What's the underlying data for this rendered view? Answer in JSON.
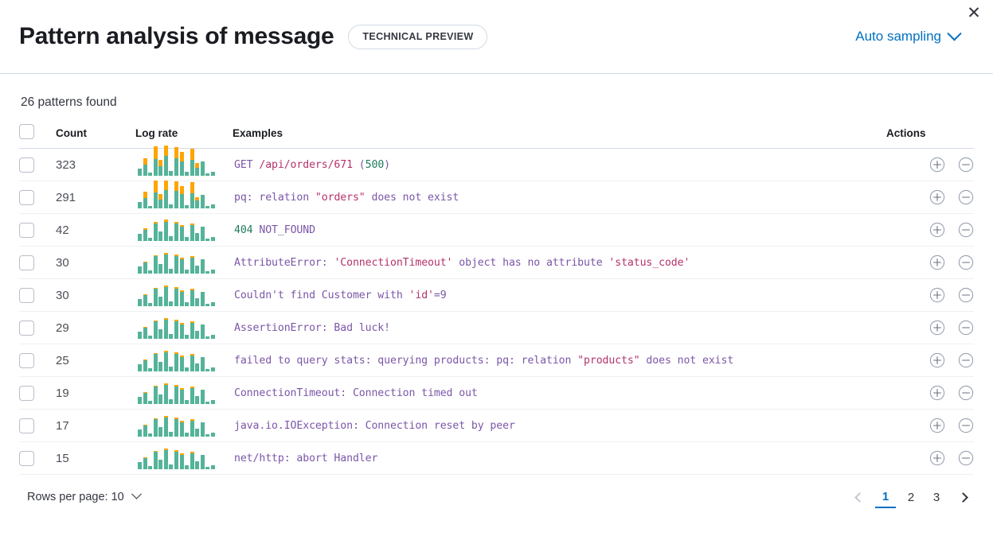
{
  "header": {
    "title": "Pattern analysis of message",
    "badge": "TECHNICAL PREVIEW",
    "sampling_label": "Auto sampling",
    "close_label": "✕"
  },
  "summary": {
    "found_label": "26 patterns found"
  },
  "table": {
    "columns": {
      "count": "Count",
      "log_rate": "Log rate",
      "examples": "Examples",
      "actions": "Actions"
    },
    "rows": [
      {
        "count": "323",
        "example_plain": "GET /api/orders/671 (500)",
        "tokens": [
          {
            "t": "GET ",
            "c": "kw"
          },
          {
            "t": "/api/orders/671",
            "c": "str"
          },
          {
            "t": " (",
            "c": "kw"
          },
          {
            "t": "500",
            "c": "num"
          },
          {
            "t": ")",
            "c": "kw"
          }
        ],
        "spark": [
          {
            "t": 22,
            "o": 0
          },
          {
            "t": 34,
            "o": 22
          },
          {
            "t": 10,
            "o": 0
          },
          {
            "t": 52,
            "o": 40
          },
          {
            "t": 30,
            "o": 20
          },
          {
            "t": 62,
            "o": 32
          },
          {
            "t": 14,
            "o": 0
          },
          {
            "t": 56,
            "o": 34
          },
          {
            "t": 46,
            "o": 30
          },
          {
            "t": 12,
            "o": 0
          },
          {
            "t": 50,
            "o": 36
          },
          {
            "t": 26,
            "o": 14
          },
          {
            "t": 44,
            "o": 0
          },
          {
            "t": 8,
            "o": 0
          },
          {
            "t": 12,
            "o": 0
          }
        ]
      },
      {
        "count": "291",
        "example_plain": "pq: relation \"orders\" does not exist",
        "tokens": [
          {
            "t": "pq: relation ",
            "c": "kw"
          },
          {
            "t": "\"orders\"",
            "c": "str"
          },
          {
            "t": " does not exist",
            "c": "kw"
          }
        ],
        "spark": [
          {
            "t": 20,
            "o": 0
          },
          {
            "t": 32,
            "o": 20
          },
          {
            "t": 8,
            "o": 0
          },
          {
            "t": 50,
            "o": 38
          },
          {
            "t": 28,
            "o": 18
          },
          {
            "t": 58,
            "o": 30
          },
          {
            "t": 12,
            "o": 0
          },
          {
            "t": 54,
            "o": 32
          },
          {
            "t": 44,
            "o": 26
          },
          {
            "t": 10,
            "o": 0
          },
          {
            "t": 48,
            "o": 34
          },
          {
            "t": 24,
            "o": 12
          },
          {
            "t": 42,
            "o": 0
          },
          {
            "t": 8,
            "o": 0
          },
          {
            "t": 12,
            "o": 0
          }
        ]
      },
      {
        "count": "42",
        "example_plain": "404 NOT_FOUND",
        "tokens": [
          {
            "t": "404",
            "c": "num"
          },
          {
            "t": " NOT_FOUND",
            "c": "kw"
          }
        ],
        "spark": [
          {
            "t": 22,
            "o": 0
          },
          {
            "t": 34,
            "o": 5
          },
          {
            "t": 10,
            "o": 0
          },
          {
            "t": 54,
            "o": 5
          },
          {
            "t": 30,
            "o": 0
          },
          {
            "t": 60,
            "o": 7
          },
          {
            "t": 14,
            "o": 0
          },
          {
            "t": 56,
            "o": 5
          },
          {
            "t": 46,
            "o": 5
          },
          {
            "t": 12,
            "o": 0
          },
          {
            "t": 50,
            "o": 6
          },
          {
            "t": 26,
            "o": 0
          },
          {
            "t": 44,
            "o": 0
          },
          {
            "t": 8,
            "o": 0
          },
          {
            "t": 12,
            "o": 0
          }
        ]
      },
      {
        "count": "30",
        "example_plain": "AttributeError: 'ConnectionTimeout' object has no attribute 'status_code'",
        "tokens": [
          {
            "t": "AttributeError: ",
            "c": "kw"
          },
          {
            "t": "'ConnectionTimeout'",
            "c": "str"
          },
          {
            "t": " object has no attribute ",
            "c": "kw"
          },
          {
            "t": "'status_code'",
            "c": "str"
          }
        ],
        "spark": [
          {
            "t": 22,
            "o": 0
          },
          {
            "t": 34,
            "o": 4
          },
          {
            "t": 10,
            "o": 0
          },
          {
            "t": 54,
            "o": 4
          },
          {
            "t": 30,
            "o": 0
          },
          {
            "t": 60,
            "o": 5
          },
          {
            "t": 14,
            "o": 0
          },
          {
            "t": 56,
            "o": 4
          },
          {
            "t": 46,
            "o": 4
          },
          {
            "t": 12,
            "o": 0
          },
          {
            "t": 50,
            "o": 5
          },
          {
            "t": 26,
            "o": 0
          },
          {
            "t": 44,
            "o": 0
          },
          {
            "t": 8,
            "o": 0
          },
          {
            "t": 12,
            "o": 0
          }
        ]
      },
      {
        "count": "30",
        "example_plain": "Couldn't find Customer with 'id'=9",
        "tokens": [
          {
            "t": "Couldn't find Customer with ",
            "c": "kw"
          },
          {
            "t": "'id'",
            "c": "str"
          },
          {
            "t": "=9",
            "c": "kw"
          }
        ],
        "spark": [
          {
            "t": 22,
            "o": 0
          },
          {
            "t": 34,
            "o": 4
          },
          {
            "t": 10,
            "o": 0
          },
          {
            "t": 54,
            "o": 4
          },
          {
            "t": 30,
            "o": 0
          },
          {
            "t": 60,
            "o": 5
          },
          {
            "t": 14,
            "o": 0
          },
          {
            "t": 56,
            "o": 4
          },
          {
            "t": 46,
            "o": 4
          },
          {
            "t": 12,
            "o": 0
          },
          {
            "t": 50,
            "o": 5
          },
          {
            "t": 26,
            "o": 0
          },
          {
            "t": 44,
            "o": 0
          },
          {
            "t": 8,
            "o": 0
          },
          {
            "t": 12,
            "o": 0
          }
        ]
      },
      {
        "count": "29",
        "example_plain": "AssertionError: Bad luck!",
        "tokens": [
          {
            "t": "AssertionError: Bad luck!",
            "c": "kw"
          }
        ],
        "spark": [
          {
            "t": 22,
            "o": 0
          },
          {
            "t": 34,
            "o": 4
          },
          {
            "t": 10,
            "o": 0
          },
          {
            "t": 54,
            "o": 4
          },
          {
            "t": 30,
            "o": 0
          },
          {
            "t": 60,
            "o": 5
          },
          {
            "t": 14,
            "o": 0
          },
          {
            "t": 56,
            "o": 4
          },
          {
            "t": 46,
            "o": 4
          },
          {
            "t": 12,
            "o": 0
          },
          {
            "t": 50,
            "o": 5
          },
          {
            "t": 26,
            "o": 0
          },
          {
            "t": 44,
            "o": 0
          },
          {
            "t": 8,
            "o": 0
          },
          {
            "t": 12,
            "o": 0
          }
        ]
      },
      {
        "count": "25",
        "example_plain": "failed to query stats: querying products: pq: relation \"products\" does not exist",
        "tokens": [
          {
            "t": "failed to query stats: querying products: pq: relation ",
            "c": "kw"
          },
          {
            "t": "\"products\"",
            "c": "str"
          },
          {
            "t": " does not exist",
            "c": "kw"
          }
        ],
        "spark": [
          {
            "t": 22,
            "o": 0
          },
          {
            "t": 34,
            "o": 4
          },
          {
            "t": 10,
            "o": 0
          },
          {
            "t": 54,
            "o": 4
          },
          {
            "t": 30,
            "o": 0
          },
          {
            "t": 60,
            "o": 5
          },
          {
            "t": 14,
            "o": 0
          },
          {
            "t": 56,
            "o": 4
          },
          {
            "t": 46,
            "o": 4
          },
          {
            "t": 12,
            "o": 0
          },
          {
            "t": 50,
            "o": 5
          },
          {
            "t": 26,
            "o": 0
          },
          {
            "t": 44,
            "o": 0
          },
          {
            "t": 8,
            "o": 0
          },
          {
            "t": 12,
            "o": 0
          }
        ]
      },
      {
        "count": "19",
        "example_plain": "ConnectionTimeout: Connection timed out",
        "tokens": [
          {
            "t": "ConnectionTimeout: Connection timed out",
            "c": "kw"
          }
        ],
        "spark": [
          {
            "t": 22,
            "o": 0
          },
          {
            "t": 34,
            "o": 4
          },
          {
            "t": 10,
            "o": 0
          },
          {
            "t": 54,
            "o": 4
          },
          {
            "t": 30,
            "o": 0
          },
          {
            "t": 60,
            "o": 5
          },
          {
            "t": 14,
            "o": 0
          },
          {
            "t": 56,
            "o": 4
          },
          {
            "t": 46,
            "o": 4
          },
          {
            "t": 12,
            "o": 0
          },
          {
            "t": 50,
            "o": 5
          },
          {
            "t": 26,
            "o": 0
          },
          {
            "t": 44,
            "o": 0
          },
          {
            "t": 8,
            "o": 0
          },
          {
            "t": 12,
            "o": 0
          }
        ]
      },
      {
        "count": "17",
        "example_plain": "java.io.IOException: Connection reset by peer",
        "tokens": [
          {
            "t": "java.io.IOException: Connection reset by peer",
            "c": "kw"
          }
        ],
        "spark": [
          {
            "t": 22,
            "o": 0
          },
          {
            "t": 34,
            "o": 4
          },
          {
            "t": 10,
            "o": 0
          },
          {
            "t": 54,
            "o": 4
          },
          {
            "t": 30,
            "o": 0
          },
          {
            "t": 60,
            "o": 5
          },
          {
            "t": 14,
            "o": 0
          },
          {
            "t": 56,
            "o": 4
          },
          {
            "t": 46,
            "o": 4
          },
          {
            "t": 12,
            "o": 0
          },
          {
            "t": 50,
            "o": 5
          },
          {
            "t": 26,
            "o": 0
          },
          {
            "t": 44,
            "o": 0
          },
          {
            "t": 8,
            "o": 0
          },
          {
            "t": 12,
            "o": 0
          }
        ]
      },
      {
        "count": "15",
        "example_plain": "net/http: abort Handler",
        "tokens": [
          {
            "t": "net/http: abort Handler",
            "c": "kw"
          }
        ],
        "spark": [
          {
            "t": 22,
            "o": 0
          },
          {
            "t": 34,
            "o": 4
          },
          {
            "t": 10,
            "o": 0
          },
          {
            "t": 54,
            "o": 4
          },
          {
            "t": 30,
            "o": 0
          },
          {
            "t": 60,
            "o": 5
          },
          {
            "t": 14,
            "o": 0
          },
          {
            "t": 56,
            "o": 4
          },
          {
            "t": 46,
            "o": 4
          },
          {
            "t": 12,
            "o": 0
          },
          {
            "t": 50,
            "o": 5
          },
          {
            "t": 26,
            "o": 0
          },
          {
            "t": 44,
            "o": 0
          },
          {
            "t": 8,
            "o": 0
          },
          {
            "t": 12,
            "o": 0
          }
        ]
      }
    ]
  },
  "footer": {
    "rows_per_page_label": "Rows per page: 10",
    "pages": [
      "1",
      "2",
      "3"
    ],
    "active_page": "1"
  },
  "colors": {
    "link": "#0071c2",
    "spark_teal": "#54b399",
    "spark_orange": "#ffa500",
    "token_keyword": "#7b56a8",
    "token_string": "#b5326b",
    "token_number": "#207a5e"
  }
}
